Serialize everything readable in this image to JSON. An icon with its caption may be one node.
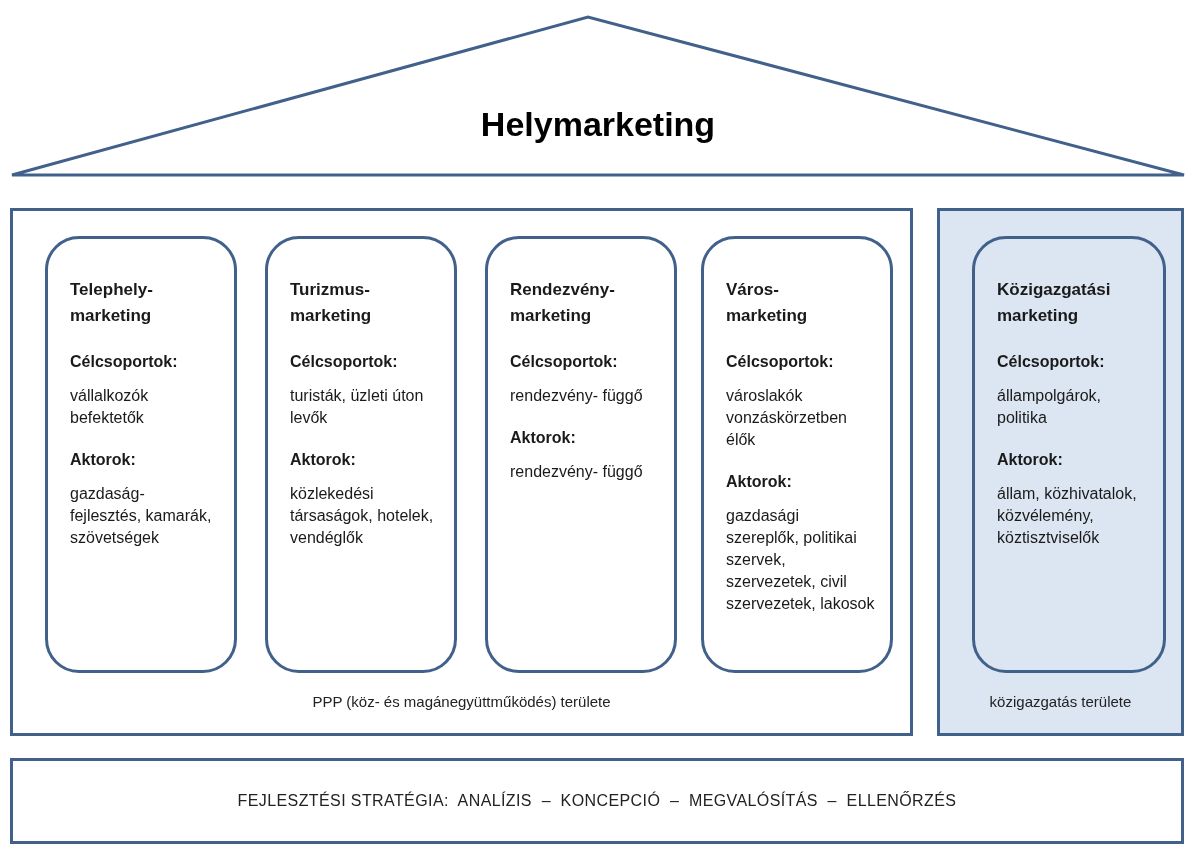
{
  "diagram": {
    "nodes": [
      {
        "text": [
          "Helymarketing"
        ]
      },
      {
        "text": [
          "PPP (köz- és magánegyüttműködés) területe"
        ]
      },
      {
        "text": [
          "Telephely- marketing",
          "Célcsoportok:",
          "vállalkozók befektetők",
          "Aktorok:",
          "gazdaság- fejlesztés, kamarák, szövetségek"
        ],
        "in": 1
      },
      {
        "text": [
          "Turizmus- marketing",
          "Célcsoportok:",
          "turisták, üzleti úton levők",
          "Aktorok:",
          "közlekedési társaságok, hotelek, vendéglők"
        ],
        "in": 1
      },
      {
        "text": [
          "Rendezvény- marketing",
          "Célcsoportok:",
          "rendezvény- függő",
          "Aktorok:",
          "rendezvény- függő"
        ],
        "in": 1
      },
      {
        "text": [
          "Város- marketing",
          "Célcsoportok:",
          "városlakók vonzáskörzetben élők",
          "Aktorok:",
          "gazdasági szereplők, politikai szervek, szervezetek, civil szervezetek, lakosok"
        ],
        "in": 1
      },
      {
        "text": [
          "közigazgatás területe"
        ]
      },
      {
        "text": [
          "Közigazgatási marketing",
          "Célcsoportok:",
          "állampolgárok, politika",
          "Aktorok:",
          "állam, közhivatalok, közvélemény, köztisztviselők"
        ],
        "in": 6
      },
      {
        "text": [
          "FEJLESZTÉSI STRATÉGIA:  ANALÍZIS  –  KONCEPCIÓ  –  MEGVALÓSÍTÁS  –  ELLENŐRZÉS"
        ]
      }
    ]
  }
}
